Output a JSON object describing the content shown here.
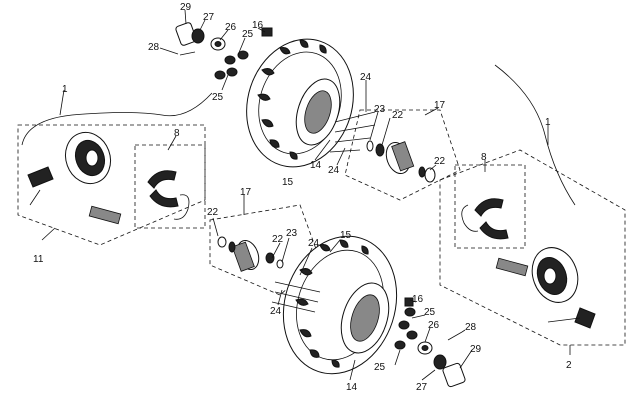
{
  "callouts": {
    "c29a": "29",
    "c27a": "27",
    "c26a": "26",
    "c16a": "16",
    "c28a": "28",
    "c25a": "25",
    "c25b": "25",
    "c24a": "24",
    "c24b": "24",
    "c17a": "17",
    "c22a": "22",
    "c22b": "22",
    "c23a": "23",
    "c14a": "14",
    "c15a": "15",
    "c1a": "1",
    "c8a": "8",
    "c11a": "11",
    "c1b": "1",
    "c8b": "8",
    "c2a": "2",
    "c17b": "17",
    "c22c": "22",
    "c23b": "23",
    "c22d": "22",
    "c24c": "24",
    "c15b": "15",
    "c24d": "24",
    "c16b": "16",
    "c25c": "25",
    "c26b": "26",
    "c28b": "28",
    "c25d": "25",
    "c29b": "29",
    "c27b": "27",
    "c14b": "14"
  }
}
